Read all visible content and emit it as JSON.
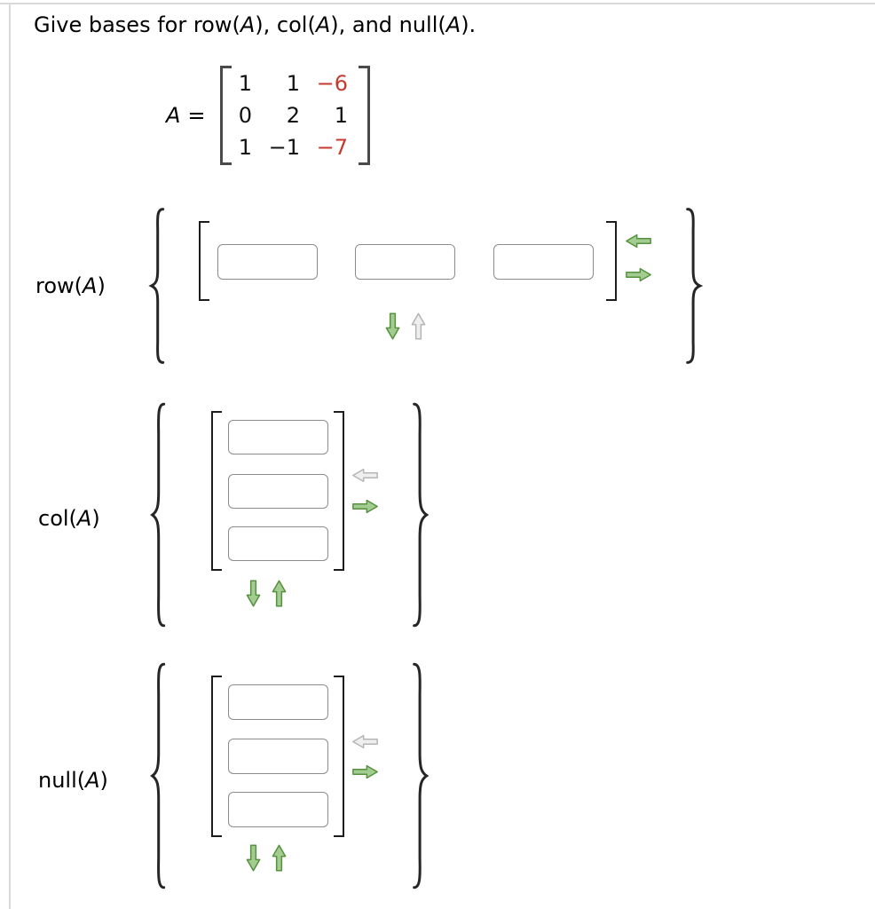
{
  "colors": {
    "accent_red": "#c43a2e",
    "arrow_green_fill": "#a3cd90",
    "arrow_green_stroke": "#55913e",
    "arrow_gray_fill": "#efefef",
    "arrow_gray_stroke": "#b5b5b5",
    "box_border": "#8c8c8c",
    "bracket_dark": "#1d1d1d",
    "matrix_bracket": "#4a4a4a",
    "panel_border": "#d9d9d9"
  },
  "title": {
    "p0": "Give bases for row(",
    "v0": "A",
    "p1": "), col(",
    "v1": "A",
    "p2": "), and null(",
    "v2": "A",
    "p3": ")."
  },
  "matrix": {
    "variable": "A",
    "equals": "=",
    "rows": [
      [
        "1",
        "1",
        "−6"
      ],
      [
        "0",
        "2",
        "1"
      ],
      [
        "1",
        "−1",
        "−7"
      ]
    ],
    "red_cells": [
      [
        0,
        2
      ],
      [
        2,
        2
      ]
    ]
  },
  "sections": [
    {
      "id": "row",
      "label_prefix": "row(",
      "label_var": "A",
      "label_suffix": ")",
      "vector_orientation": "row",
      "entry_count": 3,
      "entries": [
        "",
        "",
        ""
      ],
      "controls": {
        "remove_column_enabled": true,
        "add_column_enabled": true,
        "add_row_enabled": true,
        "remove_row_enabled": false
      }
    },
    {
      "id": "col",
      "label_prefix": "col(",
      "label_var": "A",
      "label_suffix": ")",
      "vector_orientation": "column",
      "entry_count": 3,
      "entries": [
        "",
        "",
        ""
      ],
      "controls": {
        "remove_column_enabled": false,
        "add_column_enabled": true,
        "add_row_enabled": true,
        "remove_row_enabled": true
      }
    },
    {
      "id": "null",
      "label_prefix": "null(",
      "label_var": "A",
      "label_suffix": ")",
      "vector_orientation": "column",
      "entry_count": 3,
      "entries": [
        "",
        "",
        ""
      ],
      "controls": {
        "remove_column_enabled": false,
        "add_column_enabled": true,
        "add_row_enabled": true,
        "remove_row_enabled": true
      }
    }
  ]
}
